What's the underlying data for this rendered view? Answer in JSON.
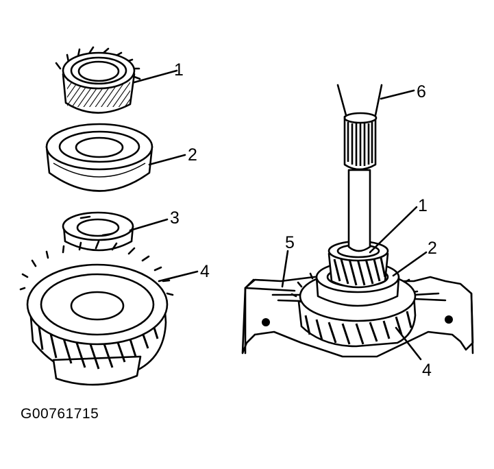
{
  "figure_code": "G00761715",
  "callouts": {
    "left_1": "1",
    "left_2": "2",
    "left_3": "3",
    "left_4": "4",
    "right_6": "6",
    "right_1": "1",
    "right_5": "5",
    "right_2": "2",
    "right_4": "4"
  }
}
